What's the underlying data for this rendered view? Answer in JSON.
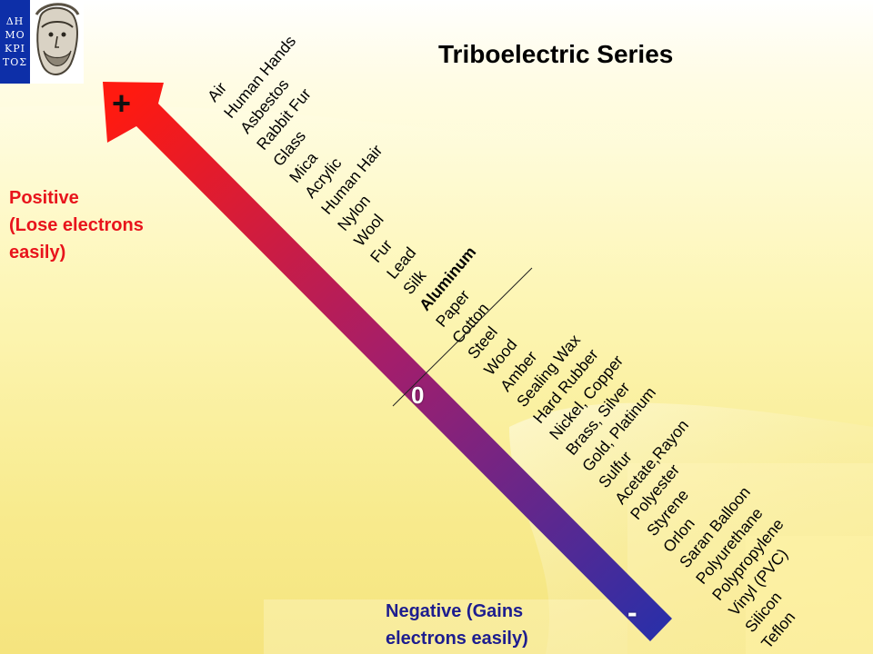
{
  "title": "Triboelectric Series",
  "logo": {
    "lines": [
      "ΔΗ",
      "ΜΟ",
      "ΚΡΙ",
      "ΤΟΣ"
    ]
  },
  "positive_label": "Positive\n (Lose electrons\neasily)",
  "negative_label": "Negative (Gains\nelectrons easily)",
  "plus_symbol": "+",
  "zero_symbol": "0",
  "minus_symbol": "-",
  "series": [
    {
      "name": "Air"
    },
    {
      "name": "Human Hands"
    },
    {
      "name": "Asbestos"
    },
    {
      "name": "Rabbit Fur"
    },
    {
      "name": "Glass"
    },
    {
      "name": "Mica"
    },
    {
      "name": "Acrylic"
    },
    {
      "name": "Human Hair"
    },
    {
      "name": "Nylon"
    },
    {
      "name": "Wool"
    },
    {
      "name": "Fur"
    },
    {
      "name": "Lead"
    },
    {
      "name": "Silk"
    },
    {
      "name": "Aluminum",
      "emphasis": true
    },
    {
      "name": "Paper"
    },
    {
      "name": "Cotton"
    },
    {
      "name": "Steel"
    },
    {
      "name": "Wood"
    },
    {
      "name": "Amber"
    },
    {
      "name": "Sealing Wax"
    },
    {
      "name": "Hard Rubber"
    },
    {
      "name": "Nickel, Copper"
    },
    {
      "name": "Brass, Silver"
    },
    {
      "name": "Gold, Platinum"
    },
    {
      "name": "Sulfur"
    },
    {
      "name": "Acetate,Rayon"
    },
    {
      "name": "Polyester"
    },
    {
      "name": "Styrene"
    },
    {
      "name": "Orlon"
    },
    {
      "name": "Saran Balloon"
    },
    {
      "name": "Polyurethane"
    },
    {
      "name": "Polypropylene"
    },
    {
      "name": "Vinyl (PVC)"
    },
    {
      "name": "Silicon"
    },
    {
      "name": "Teflon"
    }
  ],
  "colors": {
    "arrow_start": "#ff1a10",
    "arrow_mid": "#a21e6c",
    "arrow_end": "#2b2fa8",
    "positive_text": "#e8141c",
    "negative_text": "#1d1d8f",
    "logo_blue": "#0d2fa8"
  }
}
